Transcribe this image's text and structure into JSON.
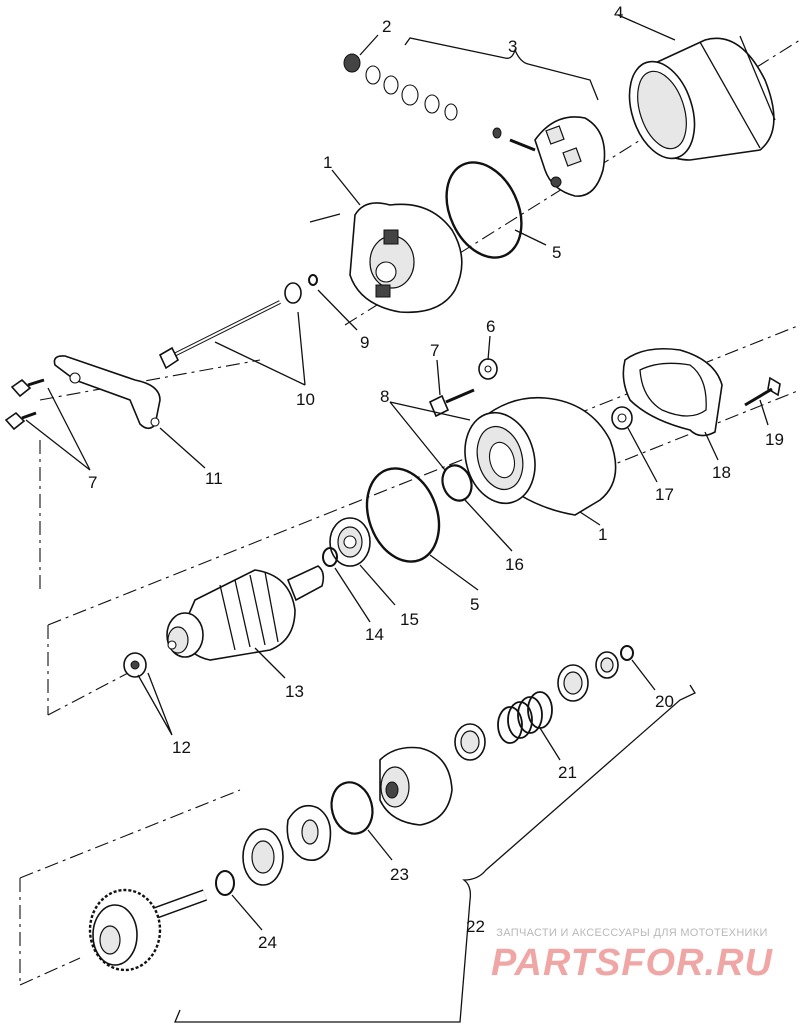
{
  "diagram": {
    "callouts": [
      "1",
      "1",
      "2",
      "3",
      "4",
      "5",
      "5",
      "6",
      "7",
      "7",
      "8",
      "9",
      "10",
      "11",
      "12",
      "13",
      "14",
      "15",
      "16",
      "17",
      "18",
      "19",
      "20",
      "21",
      "22",
      "23",
      "24"
    ]
  },
  "watermark": {
    "tagline": "ЗАПЧАСТИ И АКСЕССУАРЫ ДЛЯ МОТОТЕХНИКИ",
    "logo_text": "PARTSFOR.RU",
    "logo_color": "#e23b3b"
  }
}
